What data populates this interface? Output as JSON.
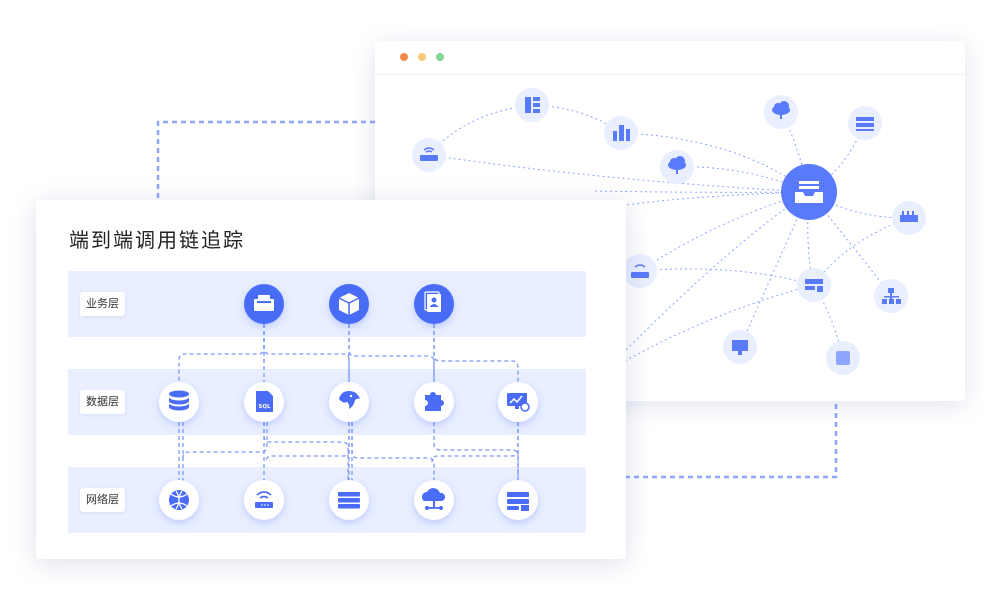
{
  "window": {
    "dots": [
      "#f5894a",
      "#f7c97a",
      "#7fd88f"
    ]
  },
  "card": {
    "title": "端到端调用链追踪",
    "layers": [
      {
        "label": "业务层"
      },
      {
        "label": "数据层"
      },
      {
        "label": "网络层"
      }
    ]
  },
  "icons": {
    "business": [
      "receipt-icon",
      "cube-icon",
      "contact-book-icon"
    ],
    "data": [
      "database-icon",
      "sql-file-icon",
      "dolphin-mysql-icon",
      "puzzle-icon",
      "monitor-chart-icon"
    ],
    "network": [
      "globe-icon",
      "router-icon",
      "server-rack-icon",
      "cloud-network-icon",
      "switch-icon"
    ],
    "topology": [
      "hub-inbox-icon",
      "router-icon",
      "server-icon",
      "building-chart-icon",
      "cloud-icon",
      "cloud-icon",
      "server-rack-icon",
      "switch-icon",
      "org-tree-icon",
      "switch-icon",
      "monitor-icon",
      "chip-icon",
      "router-icon",
      "node-icon"
    ]
  },
  "colors": {
    "accent": "#4a6cf7",
    "node_bg": "#e9efff",
    "line": "#8ea6ff"
  },
  "sql_label": "SQL"
}
